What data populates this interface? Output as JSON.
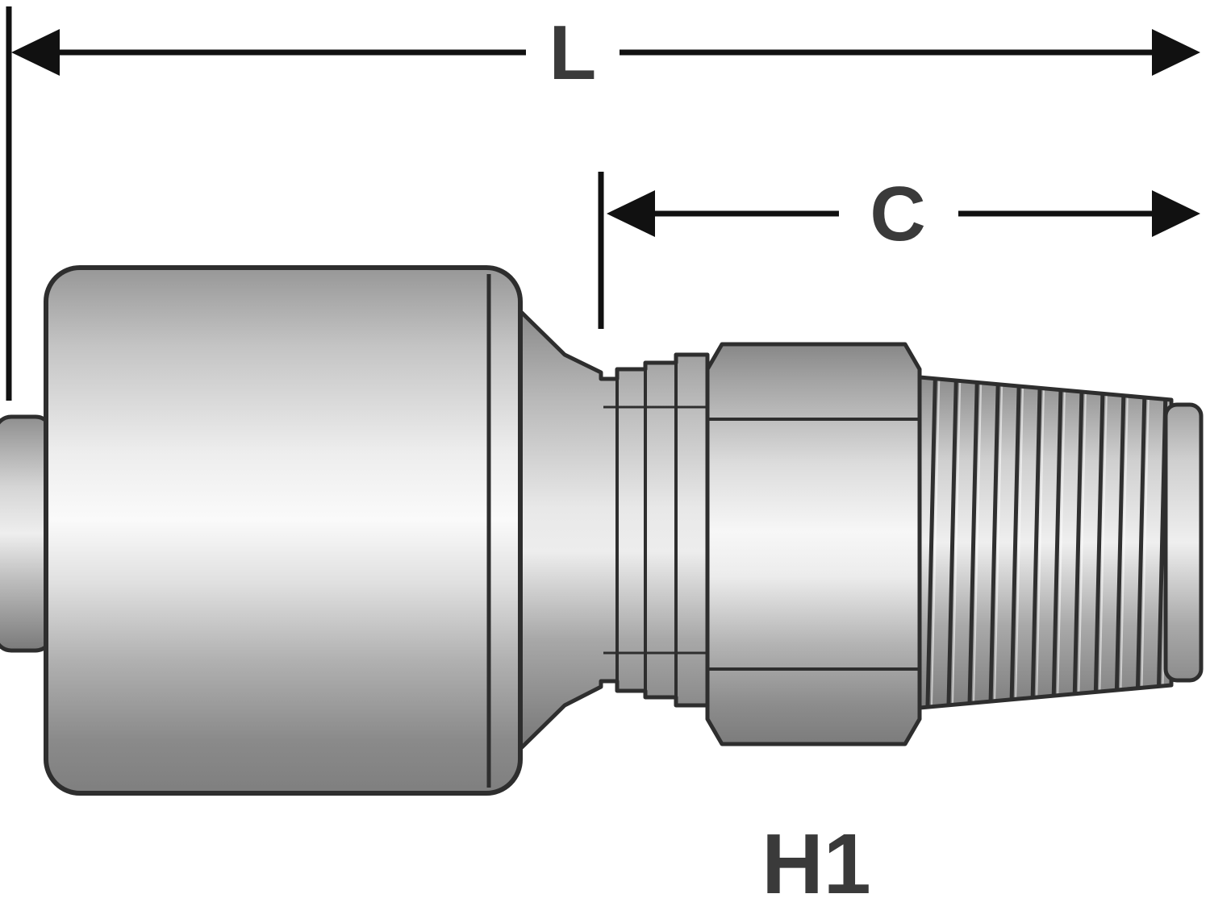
{
  "title": "Hydraulic hose fitting dimensional diagram",
  "labels": {
    "overall_length": "L",
    "thread_length": "C",
    "part_code": "H1"
  },
  "colors": {
    "background": "#ffffff",
    "outline": "#2e2e2e",
    "dimension_line": "#111111",
    "label_text": "#3a3a3a",
    "metal_light": "#fafafa",
    "metal_mid": "#c0c0c0",
    "metal_dark": "#7f7f7f"
  }
}
